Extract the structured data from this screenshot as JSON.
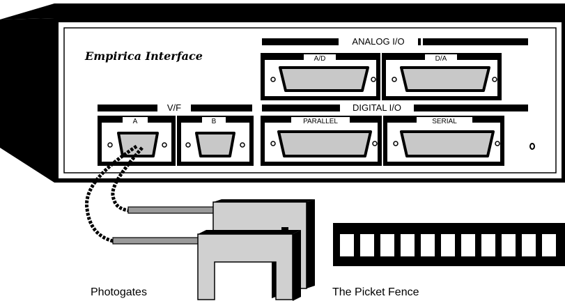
{
  "panel": {
    "title": "Empirica  Interface",
    "groups": {
      "analog": "ANALOG I/O",
      "digital": "DIGITAL   I/O",
      "vf": "V/F"
    },
    "ports": {
      "ad": "A/D",
      "da": "D/A",
      "a": "A",
      "b": "B",
      "parallel": "PARALLEL",
      "serial": "SERIAL"
    }
  },
  "captions": {
    "photogates": "Photogates",
    "picket_fence": "The Picket Fence"
  },
  "colors": {
    "ink": "#000000",
    "connector": "#c8c8c8",
    "cable": "#9a9a9a",
    "gate_body": "#d0d0d0"
  }
}
